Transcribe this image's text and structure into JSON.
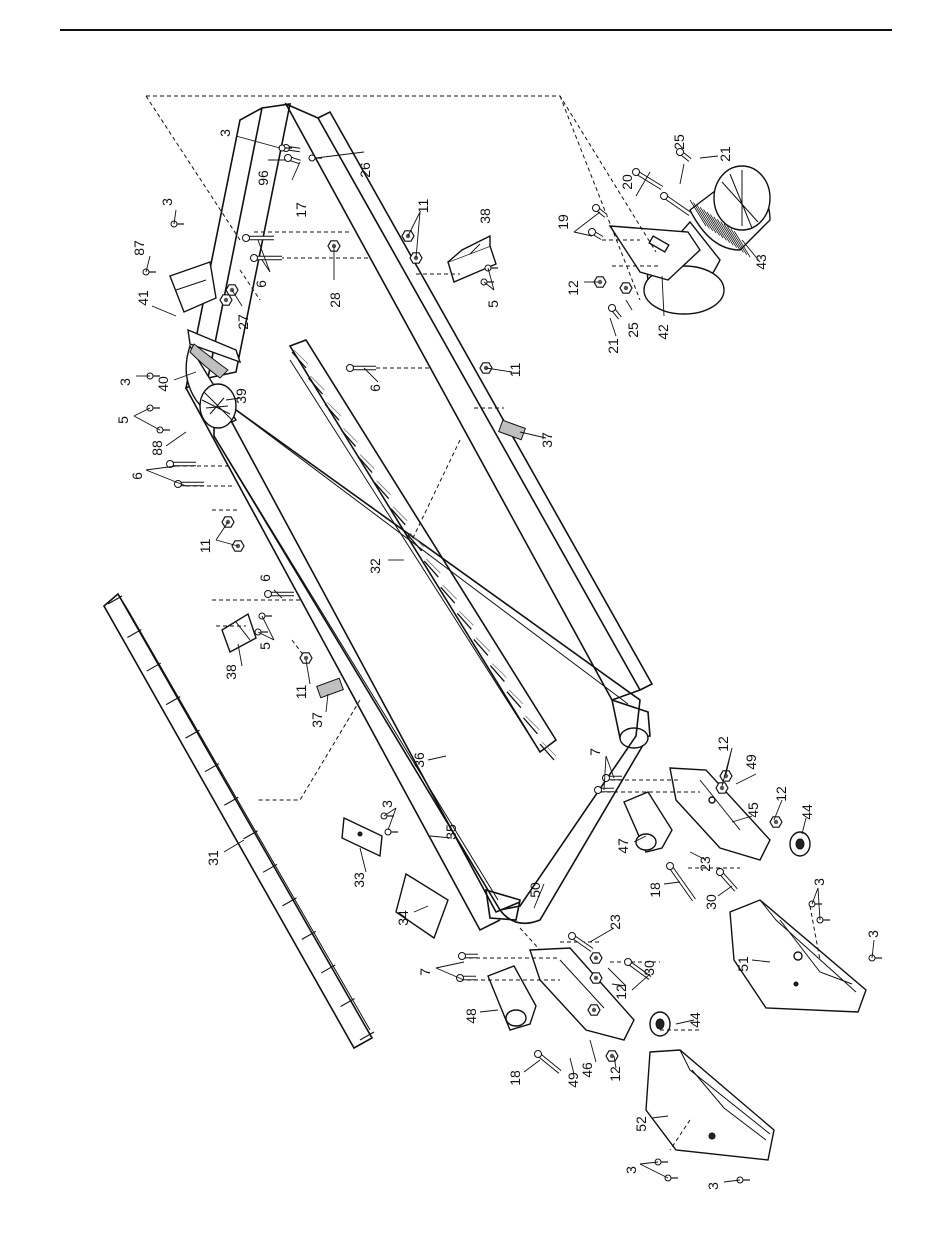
{
  "callouts": [
    {
      "id": "c-3a",
      "text": "3"
    },
    {
      "id": "c-96",
      "text": "96"
    },
    {
      "id": "c-17",
      "text": "17"
    },
    {
      "id": "c-26",
      "text": "26"
    },
    {
      "id": "c-3b",
      "text": "3"
    },
    {
      "id": "c-87",
      "text": "87"
    },
    {
      "id": "c-41",
      "text": "41"
    },
    {
      "id": "c-11a",
      "text": "11"
    },
    {
      "id": "c-38a",
      "text": "38"
    },
    {
      "id": "c-6a",
      "text": "6"
    },
    {
      "id": "c-28",
      "text": "28"
    },
    {
      "id": "c-27",
      "text": "27"
    },
    {
      "id": "c-5a",
      "text": "5"
    },
    {
      "id": "c-20",
      "text": "20"
    },
    {
      "id": "c-25a",
      "text": "25"
    },
    {
      "id": "c-21a",
      "text": "21"
    },
    {
      "id": "c-19",
      "text": "19"
    },
    {
      "id": "c-12a",
      "text": "12"
    },
    {
      "id": "c-25b",
      "text": "25"
    },
    {
      "id": "c-21b",
      "text": "21"
    },
    {
      "id": "c-42",
      "text": "42"
    },
    {
      "id": "c-43",
      "text": "43"
    },
    {
      "id": "c-3c",
      "text": "3"
    },
    {
      "id": "c-40",
      "text": "40"
    },
    {
      "id": "c-39",
      "text": "39"
    },
    {
      "id": "c-6b",
      "text": "6"
    },
    {
      "id": "c-11b",
      "text": "11"
    },
    {
      "id": "c-5b",
      "text": "5"
    },
    {
      "id": "c-88",
      "text": "88"
    },
    {
      "id": "c-37a",
      "text": "37"
    },
    {
      "id": "c-6c",
      "text": "6"
    },
    {
      "id": "c-11c",
      "text": "11"
    },
    {
      "id": "c-32",
      "text": "32"
    },
    {
      "id": "c-6d",
      "text": "6"
    },
    {
      "id": "c-38b",
      "text": "38"
    },
    {
      "id": "c-5c",
      "text": "5"
    },
    {
      "id": "c-11d",
      "text": "11"
    },
    {
      "id": "c-37b",
      "text": "37"
    },
    {
      "id": "c-36",
      "text": "36"
    },
    {
      "id": "c-7a",
      "text": "7"
    },
    {
      "id": "c-12b",
      "text": "12"
    },
    {
      "id": "c-49a",
      "text": "49"
    },
    {
      "id": "c-12c",
      "text": "12"
    },
    {
      "id": "c-45",
      "text": "45"
    },
    {
      "id": "c-44a",
      "text": "44"
    },
    {
      "id": "c-3d",
      "text": "3"
    },
    {
      "id": "c-33",
      "text": "33"
    },
    {
      "id": "c-35",
      "text": "35"
    },
    {
      "id": "c-47",
      "text": "47"
    },
    {
      "id": "c-23a",
      "text": "23"
    },
    {
      "id": "c-31",
      "text": "31"
    },
    {
      "id": "c-18a",
      "text": "18"
    },
    {
      "id": "c-30a",
      "text": "30"
    },
    {
      "id": "c-3e",
      "text": "3"
    },
    {
      "id": "c-34",
      "text": "34"
    },
    {
      "id": "c-50",
      "text": "50"
    },
    {
      "id": "c-3f",
      "text": "3"
    },
    {
      "id": "c-51",
      "text": "51"
    },
    {
      "id": "c-23b",
      "text": "23"
    },
    {
      "id": "c-7b",
      "text": "7"
    },
    {
      "id": "c-30b",
      "text": "30"
    },
    {
      "id": "c-12d",
      "text": "12"
    },
    {
      "id": "c-44b",
      "text": "44"
    },
    {
      "id": "c-48",
      "text": "48"
    },
    {
      "id": "c-18b",
      "text": "18"
    },
    {
      "id": "c-49b",
      "text": "49"
    },
    {
      "id": "c-46",
      "text": "46"
    },
    {
      "id": "c-12e",
      "text": "12"
    },
    {
      "id": "c-52",
      "text": "52"
    },
    {
      "id": "c-3g",
      "text": "3"
    },
    {
      "id": "c-3h",
      "text": "3"
    }
  ]
}
